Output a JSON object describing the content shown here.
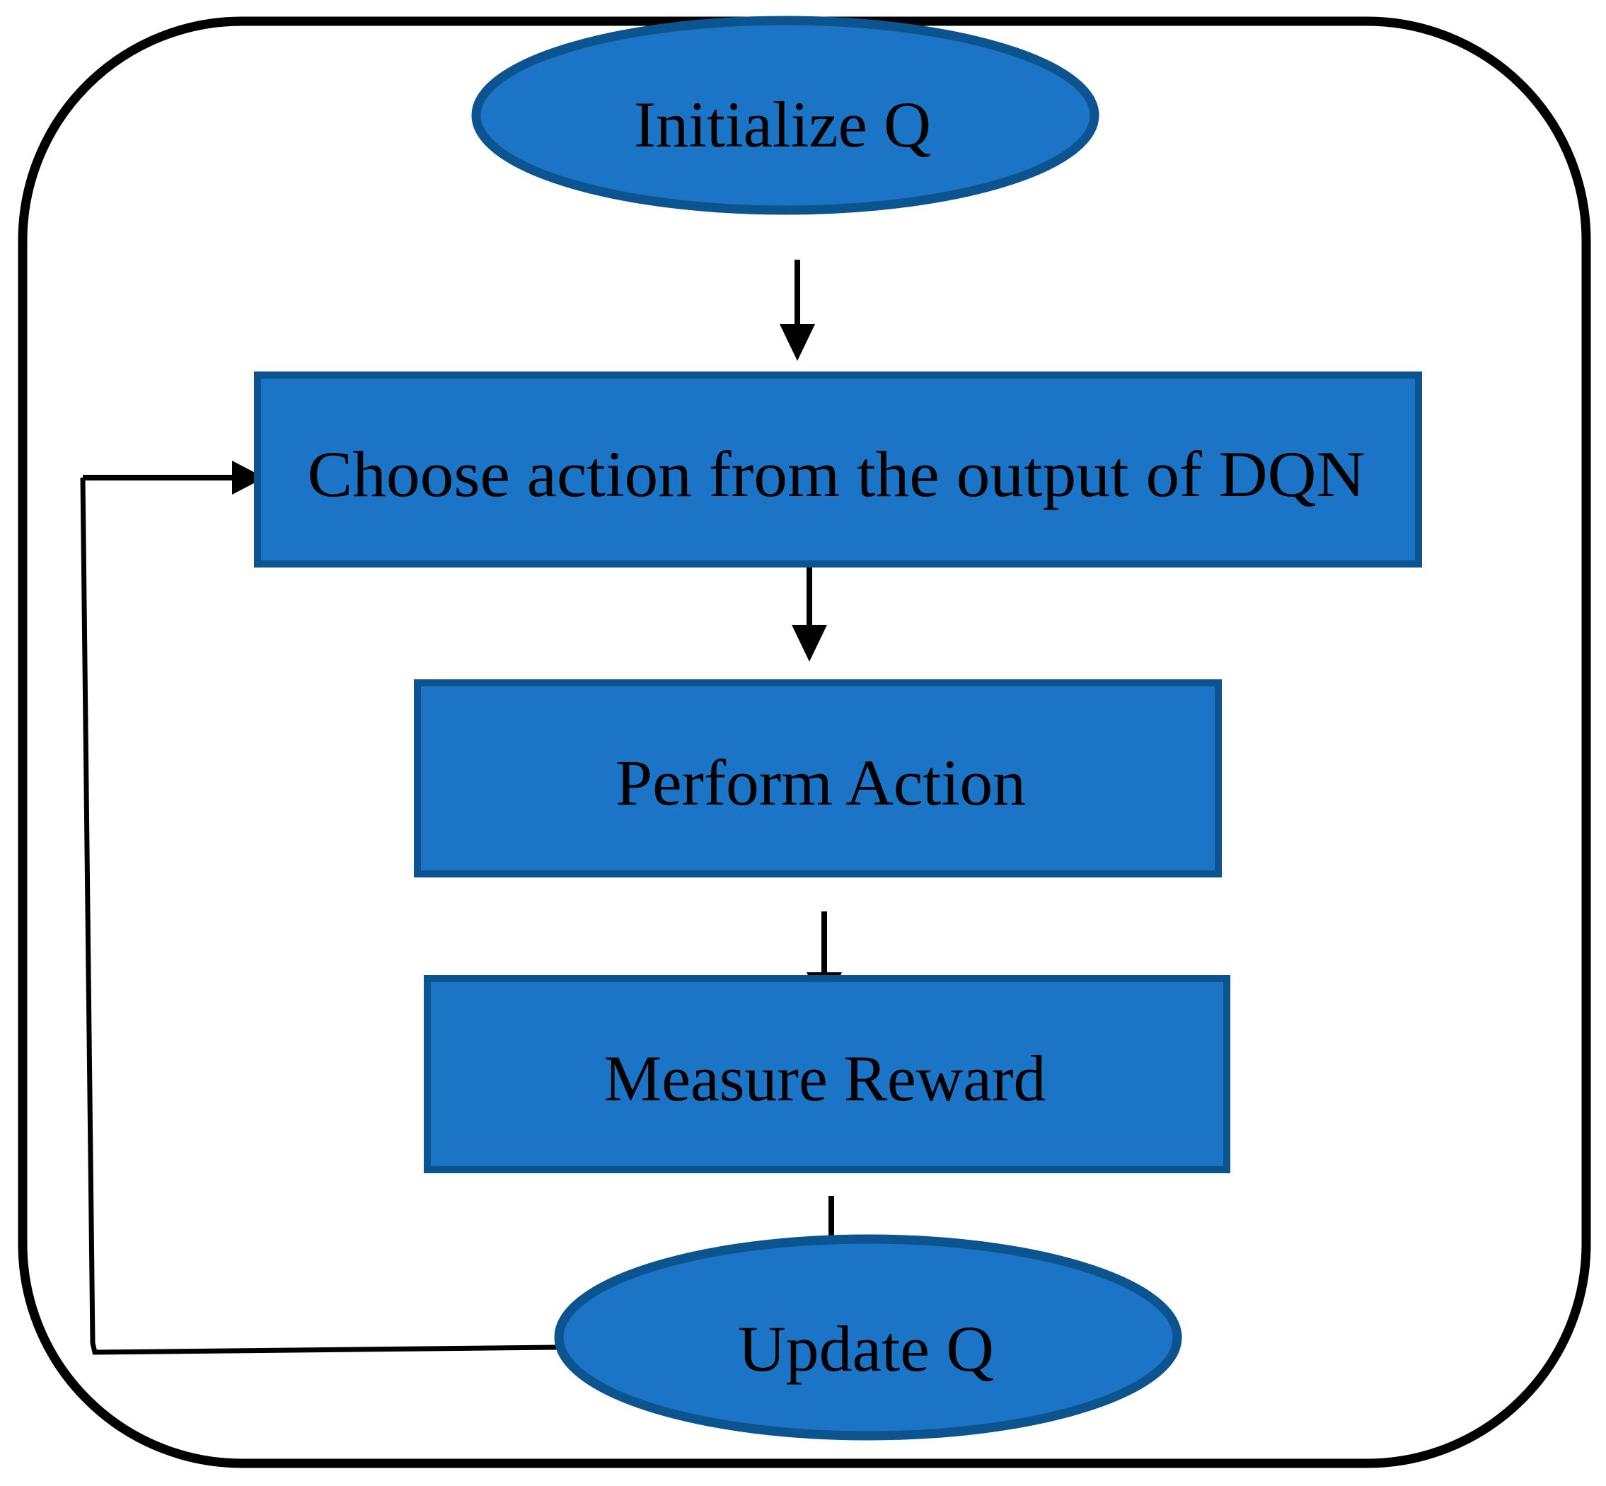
{
  "diagram": {
    "nodes": [
      {
        "id": "initialize-q",
        "shape": "ellipse",
        "label": "Initialize Q"
      },
      {
        "id": "choose-action",
        "shape": "rectangle",
        "label": "Choose action from the output of DQN"
      },
      {
        "id": "perform-action",
        "shape": "rectangle",
        "label": "Perform Action"
      },
      {
        "id": "measure-reward",
        "shape": "rectangle",
        "label": "Measure Reward"
      },
      {
        "id": "update-q",
        "shape": "ellipse",
        "label": "Update Q"
      }
    ],
    "edges": [
      {
        "from": "Initialize Q",
        "to": "Choose action from the output of DQN",
        "type": "arrow-down"
      },
      {
        "from": "Choose action from the output of DQN",
        "to": "Perform Action",
        "type": "arrow-down"
      },
      {
        "from": "Perform Action",
        "to": "Measure Reward",
        "type": "arrow-down"
      },
      {
        "from": "Measure Reward",
        "to": "Update Q",
        "type": "arrow-down"
      },
      {
        "from": "Update Q",
        "to": "Choose action from the output of DQN",
        "type": "feedback-loop-left"
      }
    ]
  },
  "colors": {
    "node_fill": "#1B74C5",
    "node_stroke": "#0B5490",
    "edge_color": "#000000",
    "border_color": "#000000",
    "text_color": "#000000",
    "background": "#FFFFFF"
  }
}
